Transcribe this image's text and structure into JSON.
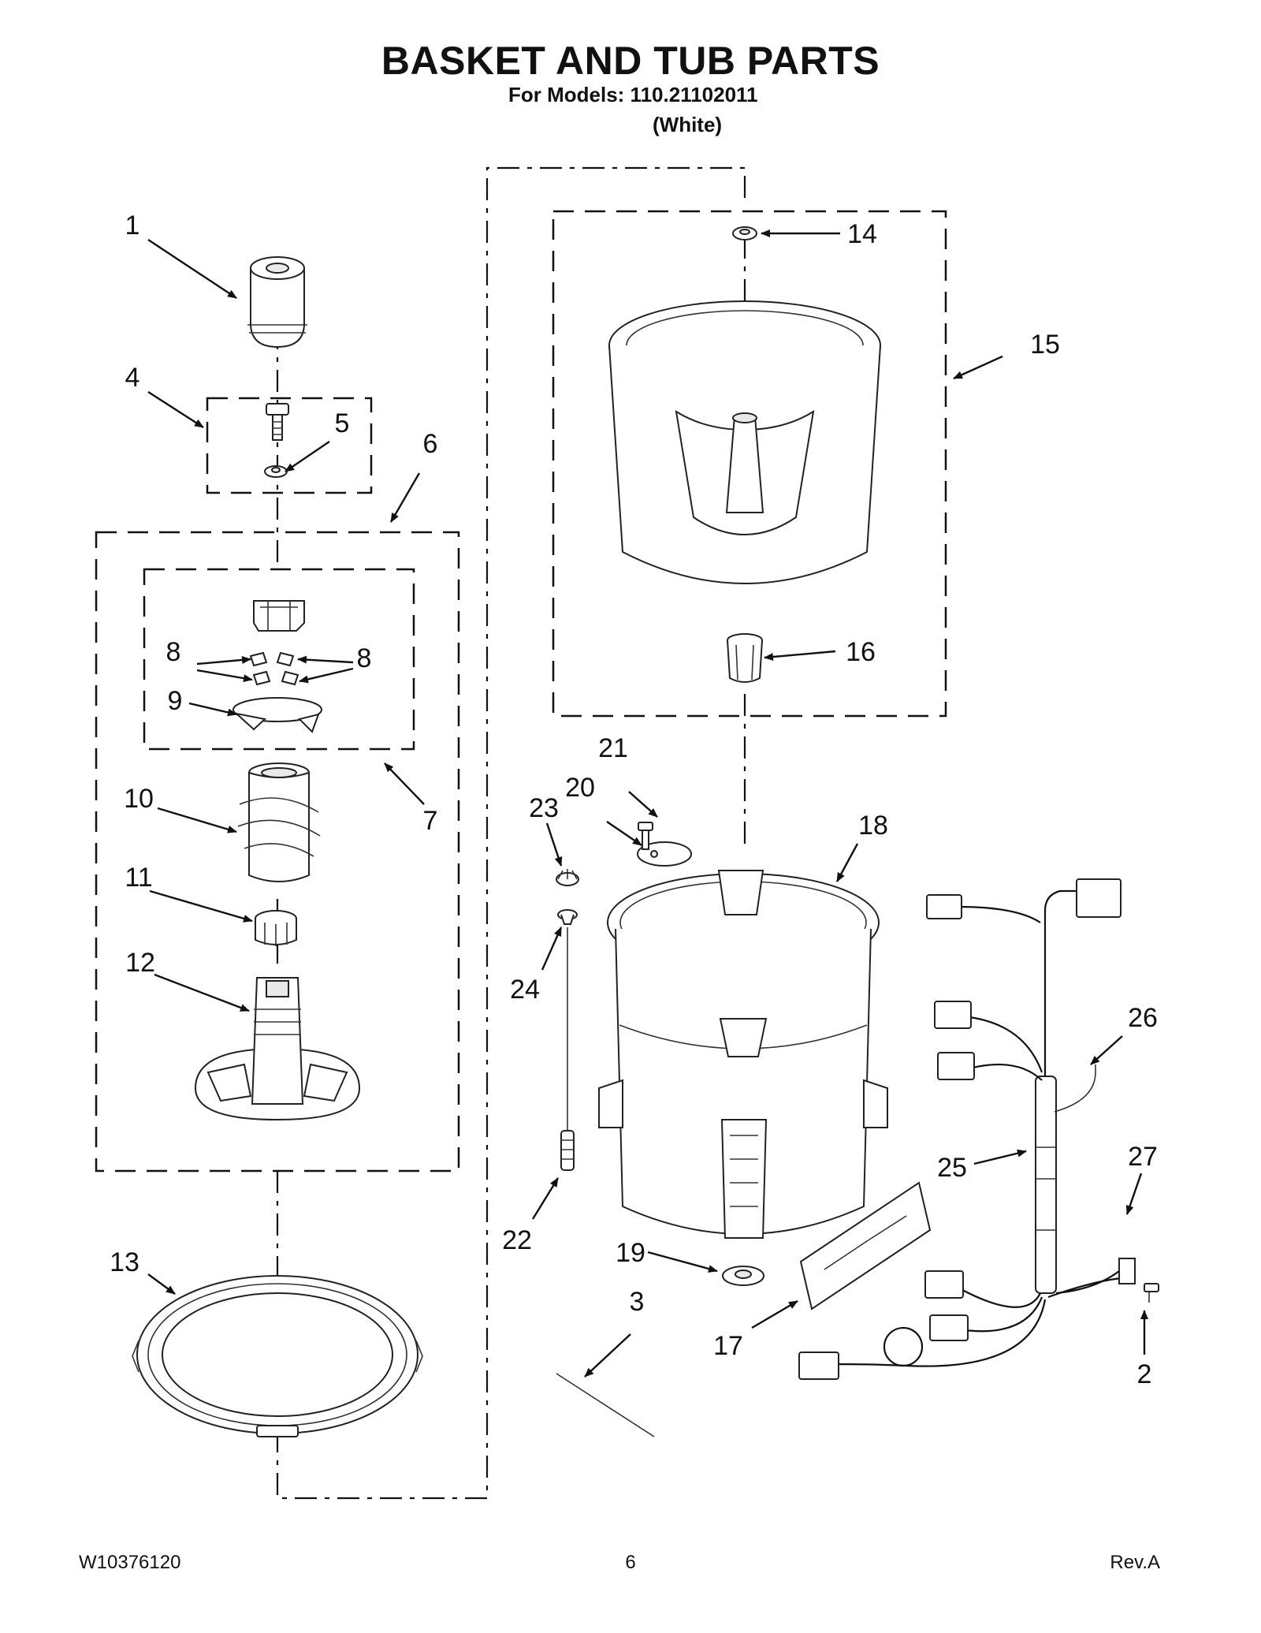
{
  "header": {
    "title": "BASKET AND TUB PARTS",
    "models_line": "For Models: 110.21102011",
    "variant": "(White)"
  },
  "footer": {
    "doc_number": "W10376120",
    "page_number": "6",
    "revision": "Rev.A"
  },
  "callouts": {
    "c1": "1",
    "c2": "2",
    "c3": "3",
    "c4": "4",
    "c5": "5",
    "c6": "6",
    "c7": "7",
    "c8": "8",
    "c9": "9",
    "c10": "10",
    "c11": "11",
    "c12": "12",
    "c13": "13",
    "c14": "14",
    "c15": "15",
    "c16": "16",
    "c17": "17",
    "c18": "18",
    "c19": "19",
    "c20": "20",
    "c21": "21",
    "c22": "22",
    "c23": "23",
    "c24": "24",
    "c25": "25",
    "c26": "26",
    "c27": "27"
  }
}
